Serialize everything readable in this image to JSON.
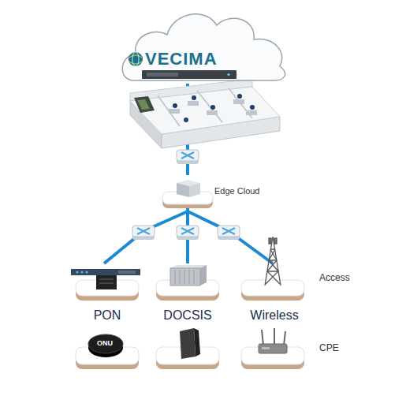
{
  "diagram": {
    "nodes": [
      {
        "text": [
          "VECIMA"
        ]
      },
      {
        "text": [
          "Edge Cloud"
        ]
      },
      {
        "text": [
          "PON"
        ]
      },
      {
        "text": [
          "DOCSIS"
        ]
      },
      {
        "text": [
          "Wireless"
        ]
      }
    ],
    "edges": [
      {
        "from": 0,
        "to": 1,
        "arrow": "none"
      },
      {
        "from": 1,
        "to": 2,
        "arrow": "none"
      },
      {
        "from": 1,
        "to": 3,
        "arrow": "none"
      },
      {
        "from": 1,
        "to": 4,
        "arrow": "none"
      }
    ],
    "labels": [
      "Access",
      "ONU",
      "CPE"
    ]
  }
}
